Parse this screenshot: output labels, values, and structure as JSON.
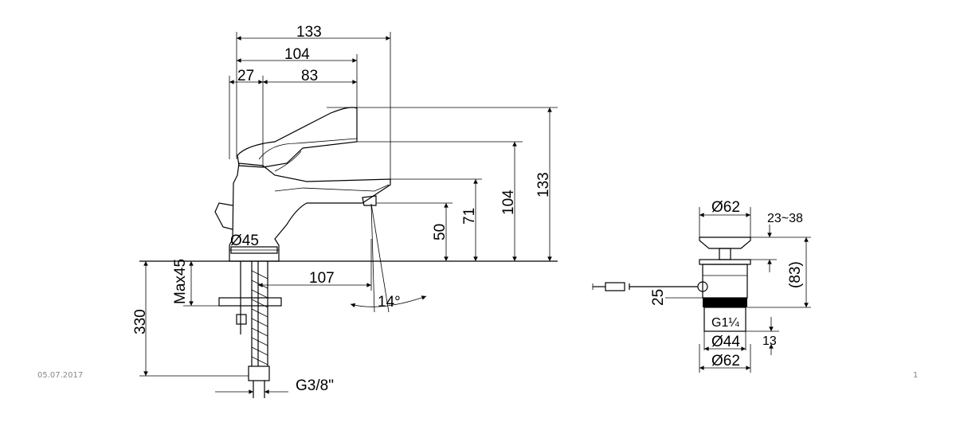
{
  "footer": {
    "date": "05.07.2017",
    "page": "1"
  },
  "faucet": {
    "width_total": "133",
    "width_spout": "104",
    "offset_27": "27",
    "offset_83": "83",
    "height_total": "133",
    "height_104": "104",
    "height_71": "71",
    "height_50": "50",
    "base_diameter": "Ø45",
    "reach": "107",
    "max_thickness": "Max45",
    "hose_length": "330",
    "angle": "14°",
    "thread": "G3/8\""
  },
  "drain": {
    "top_diameter": "Ø62",
    "range": "23~38",
    "height": "(83)",
    "offset": "25",
    "thread": "G1¼",
    "inner_diameter": "Ø44",
    "bottom_height": "13",
    "bottom_diameter": "Ø62"
  }
}
